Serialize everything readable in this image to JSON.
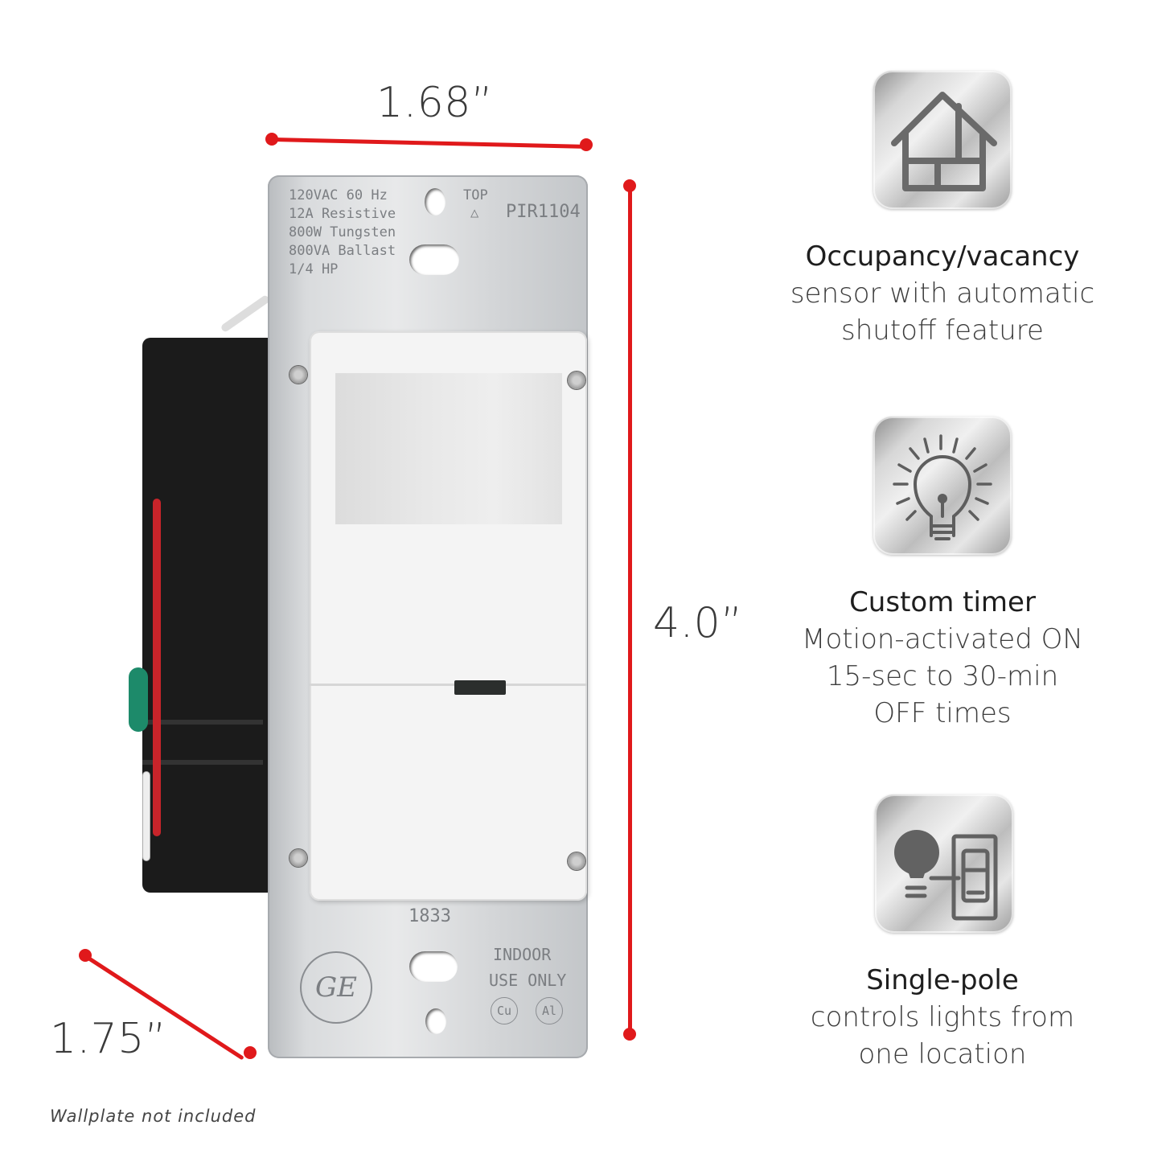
{
  "dimensions": {
    "width": "1.68”",
    "height": "4.0”",
    "depth": "1.75”"
  },
  "accent_color": "#e0191b",
  "product": {
    "plate_specs": [
      "120VAC 60 Hz",
      "12A Resistive",
      "800W Tungsten",
      "800VA Ballast",
      "1/4 HP"
    ],
    "top_label": "TOP",
    "top_symbol": "△",
    "model": "PIR1104",
    "date_code": "1833",
    "indoor_label_1": "INDOOR",
    "indoor_label_2": "USE ONLY",
    "cu_mark": "Cu",
    "al_mark": "Al",
    "brand_mark": "GE"
  },
  "features": [
    {
      "icon": "house-icon",
      "title": "Occupancy/vacancy",
      "lines": [
        "sensor with automatic",
        "shutoff feature"
      ]
    },
    {
      "icon": "lightbulb-icon",
      "title": "Custom timer",
      "lines": [
        "Motion-activated ON",
        "15-sec to 30-min",
        "OFF times"
      ]
    },
    {
      "icon": "bulb-switch-icon",
      "title": "Single-pole",
      "lines": [
        "controls lights from",
        "one location"
      ]
    }
  ],
  "note": "Wallplate not included"
}
